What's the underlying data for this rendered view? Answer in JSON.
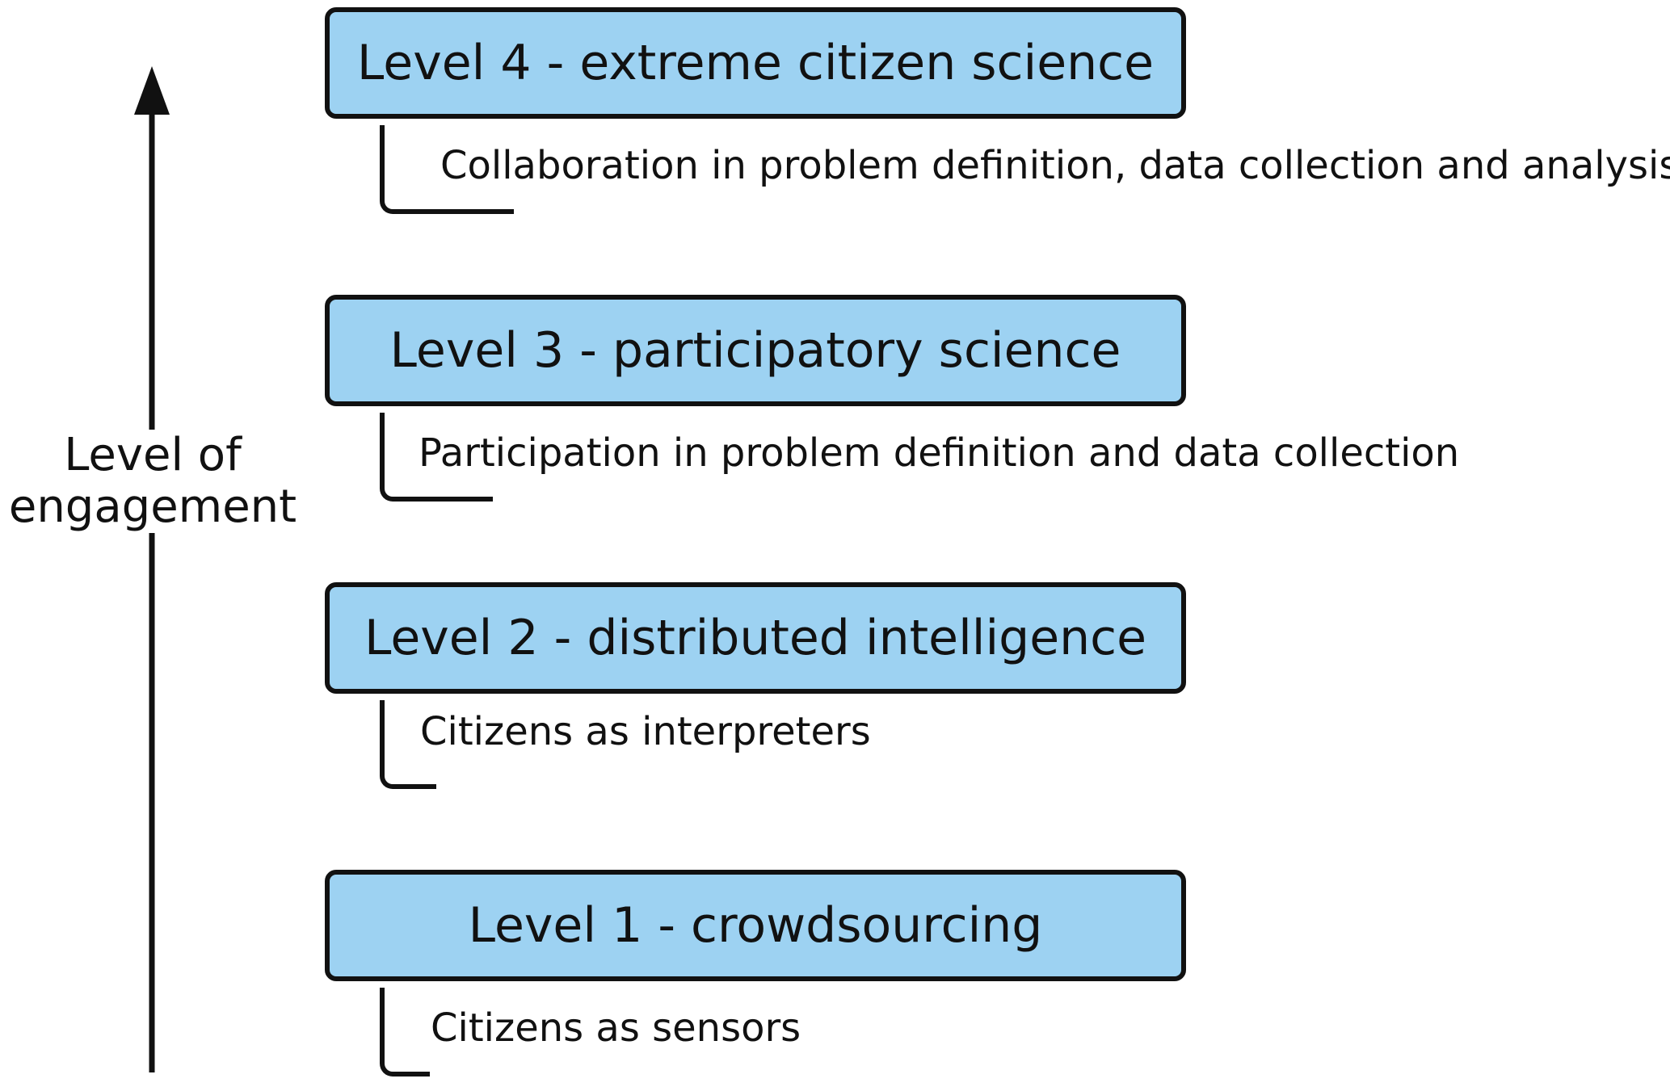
{
  "axis": {
    "label_line1": "Level of",
    "label_line2": "engagement"
  },
  "levels": [
    {
      "title": "Level 4 - extreme citizen science",
      "description": "Collaboration in problem definition, data collection and analysis"
    },
    {
      "title": "Level 3 - participatory science",
      "description": "Participation in problem definition and data collection"
    },
    {
      "title": "Level 2 - distributed intelligence",
      "description": "Citizens as interpreters"
    },
    {
      "title": "Level 1 - crowdsourcing",
      "description": "Citizens as sensors"
    }
  ],
  "colors": {
    "box_fill": "#9dd2f2",
    "stroke": "#111111"
  }
}
